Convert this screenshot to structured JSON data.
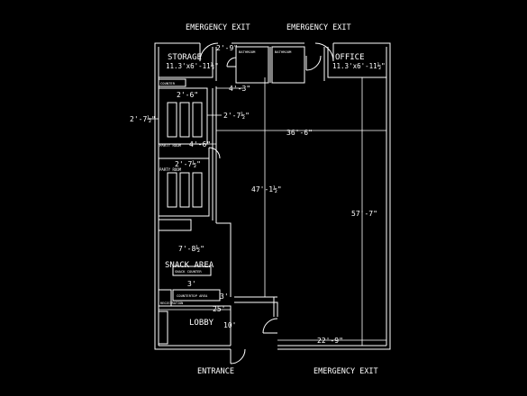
{
  "colors": {
    "background": "#000000",
    "line": "#ffffff"
  },
  "exits": {
    "top_left": "EMERGENCY EXIT",
    "top_right": "EMERGENCY EXIT",
    "bottom_left": "ENTRANCE",
    "bottom_right": "EMERGENCY EXIT"
  },
  "rooms": {
    "storage": {
      "name": "STORAGE",
      "size": "11.3'x6'-11½\""
    },
    "office": {
      "name": "OFFICE",
      "size": "11.3'x6'-11½\""
    },
    "bathroom_1": "BATHROOM",
    "bathroom_2": "BATHROOM",
    "party_room_1": "PARTY ROOM",
    "party_room_2": "PARTY ROOM",
    "snack_area": "SNACK AREA",
    "lobby": "LOBBY",
    "counter": "COUNTER",
    "snack_counter": "SNACK COUNTER",
    "countertop_area": "COUNTERTOP AREA",
    "registration": "REGISTRATION"
  },
  "dimensions": {
    "d_2_9": "2'-9\"",
    "d_4_3": "4'-3\"",
    "d_2_6": "2'-6\"",
    "d_2_7_left": "2'-7½\"",
    "d_2_7_mid": "2'-7½\"",
    "d_2_7_low": "2'-7½\"",
    "d_36_6": "36'-6\"",
    "d_4_6": "4'-6\"",
    "d_47_1": "47'-1½\"",
    "d_57_7": "57'-7\"",
    "d_7_8": "7'-8½\"",
    "d_3": "3'",
    "d_3_lower": "3'",
    "d_25": "25'",
    "d_10": "10'",
    "d_22_9": "22'-9\""
  }
}
